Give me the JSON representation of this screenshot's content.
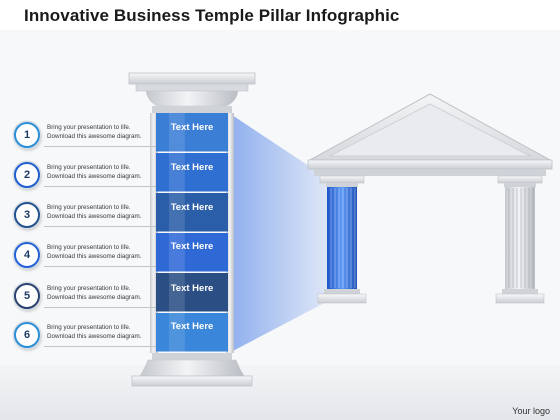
{
  "title": "Innovative Business Temple Pillar Infographic",
  "steps": [
    {
      "number": "1",
      "line1": "Bring your presentation to life.",
      "line2": "Download this awesome diagram.",
      "segment_text": "Text Here",
      "segment_color": "#3b7ed6",
      "badge_color": "#2b8fd8"
    },
    {
      "number": "2",
      "line1": "Bring your presentation to life.",
      "line2": "Download this awesome diagram.",
      "segment_text": "Text Here",
      "segment_color": "#2f6fd2",
      "badge_color": "#1f5fcf"
    },
    {
      "number": "3",
      "line1": "Bring your presentation to life.",
      "line2": "Download this awesome diagram.",
      "segment_text": "Text Here",
      "segment_color": "#2a5ea8",
      "badge_color": "#23538f"
    },
    {
      "number": "4",
      "line1": "Bring your presentation to life.",
      "line2": "Download this awesome diagram.",
      "segment_text": "Text Here",
      "segment_color": "#2f69d6",
      "badge_color": "#2361d8"
    },
    {
      "number": "5",
      "line1": "Bring your presentation to life.",
      "line2": "Download this awesome diagram.",
      "segment_text": "Text Here",
      "segment_color": "#2b4f84",
      "badge_color": "#2a4270"
    },
    {
      "number": "6",
      "line1": "Bring your presentation to life.",
      "line2": "Download this awesome diagram.",
      "segment_text": "Text Here",
      "segment_color": "#3a86da",
      "badge_color": "#2a8fd6"
    }
  ],
  "logo": "Your logo",
  "colors": {
    "highlight_column": "#2f6fe0",
    "stone": "#d6d9dd",
    "projection": "#3a73e6"
  }
}
